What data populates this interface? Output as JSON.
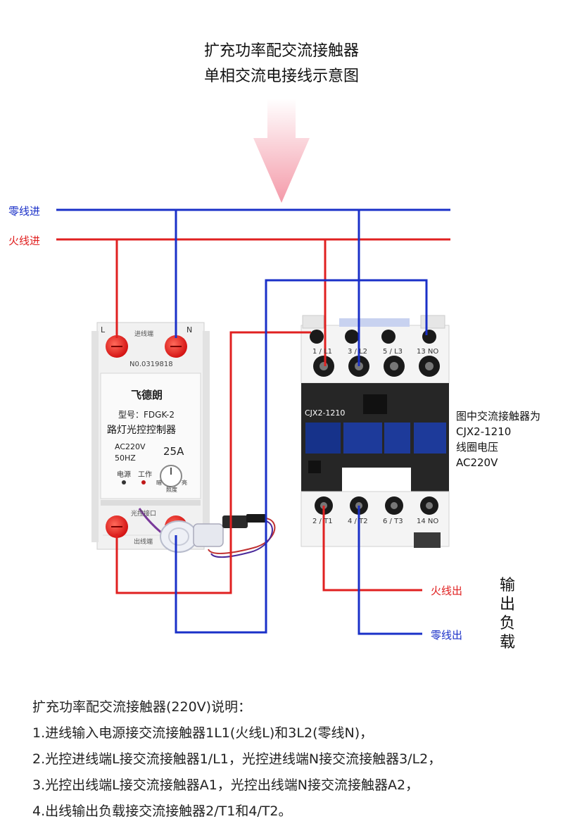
{
  "title": {
    "line1": "扩充功率配交流接触器",
    "line2": "单相交流电接线示意图"
  },
  "wires": {
    "neutral_in": "零线进",
    "live_in": "火线进",
    "live_out": "火线出",
    "neutral_out": "零线出"
  },
  "load_label": "输出负载",
  "colors": {
    "live": "#e02020",
    "neutral": "#1a30c8",
    "arrow": "#f7a8b4"
  },
  "light_control": {
    "brand": "飞德朗",
    "in_terminals": "进线端",
    "serial": "N0.0319818",
    "model": "型号：FDGK-2",
    "name": "路灯光控控制器",
    "voltage": "AC220V",
    "freq": "50HZ",
    "current": "25A",
    "power_lamp": "电源",
    "work_lamp": "工作",
    "knob_dark": "暗",
    "knob_bright": "亮",
    "knob_label": "照度",
    "sensor_label": "光控接口",
    "out_terminals": "出线端",
    "term_l": "L",
    "term_n": "N"
  },
  "contactor": {
    "model": "CJX2-1210",
    "top_terminals": [
      "1 / L1",
      "3 / L2",
      "5 / L3",
      "13 NO"
    ],
    "bottom_terminals": [
      "2 / T1",
      "4 / T2",
      "6 / T3",
      "14 NO"
    ]
  },
  "note": [
    "图中交流接触器为",
    "CJX2-1210",
    "线圈电压",
    "AC220V"
  ],
  "description": [
    "扩充功率配交流接触器(220V)说明：",
    "1.进线输入电源接交流接触器1L1(火线L)和3L2(零线N)，",
    "2.光控进线端L接交流接触器1/L1，光控进线端N接交流接触器3/L2，",
    "3.光控出线端L接交流接触器A1，光控出线端N接交流接触器A2，",
    "4.出线输出负载接交流接触器2/T1和4/T2。"
  ]
}
